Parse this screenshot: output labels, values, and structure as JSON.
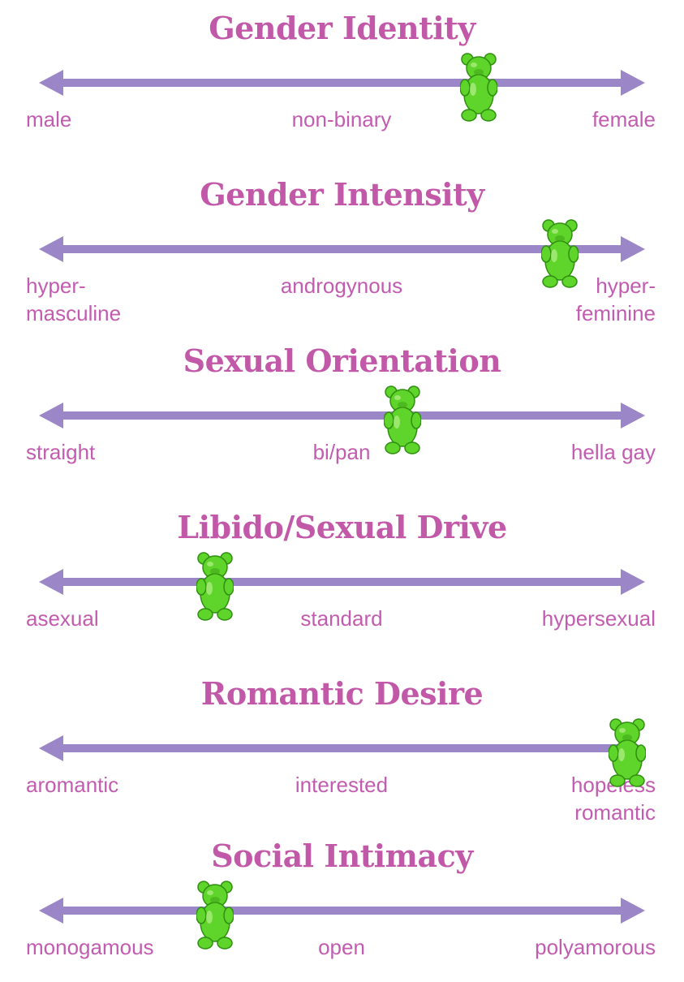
{
  "colors": {
    "title": "#c258a8",
    "label": "#c25cb0",
    "arrow": "#9b86c8",
    "bear": "#5fd52b",
    "bear_dark": "#2f8f10"
  },
  "marker_icon": "gummy-bear-icon",
  "scales": [
    {
      "title": "Gender Identity",
      "left": "male",
      "center": "non-binary",
      "right": "female",
      "marker_position": 0.725
    },
    {
      "title": "Gender Intensity",
      "left": "hyper-\nmasculine",
      "center": "androgynous",
      "right": "hyper-\nfeminine",
      "marker_position": 0.86
    },
    {
      "title": "Sexual Orientation",
      "left": "straight",
      "center": "bi/pan",
      "right": "hella gay",
      "marker_position": 0.6
    },
    {
      "title": "Libido/Sexual Drive",
      "left": "asexual",
      "center": "standard",
      "right": "hypersexual",
      "marker_position": 0.29
    },
    {
      "title": "Romantic Desire",
      "left": "aromantic",
      "center": "interested",
      "right": "hopeless\nromantic",
      "marker_position": 0.97
    },
    {
      "title": "Social Intimacy",
      "left": "monogamous",
      "center": "open",
      "right": "polyamorous",
      "marker_position": 0.29
    }
  ]
}
